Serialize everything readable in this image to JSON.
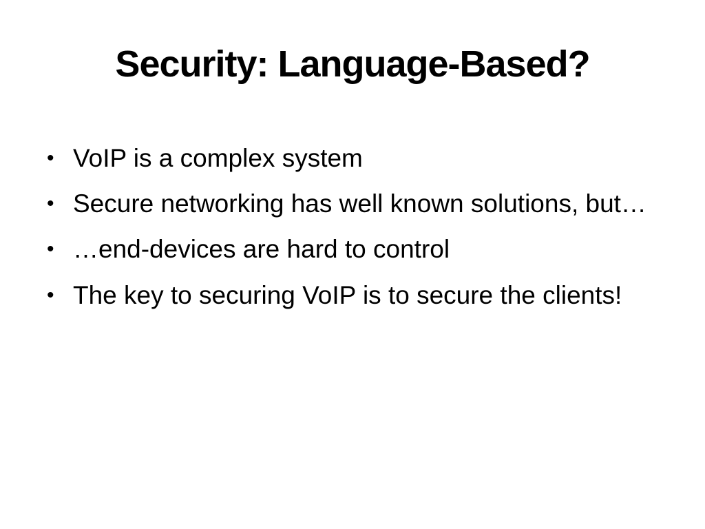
{
  "slide": {
    "title": "Security: Language-Based?",
    "bullet_char": "•",
    "bullets": [
      "VoIP is a complex system",
      "Secure networking has well known solutions, but…",
      "…end-devices are hard to control",
      "The key to securing VoIP is to secure the clients!"
    ],
    "colors": {
      "background": "#ffffff",
      "text": "#000000"
    }
  }
}
